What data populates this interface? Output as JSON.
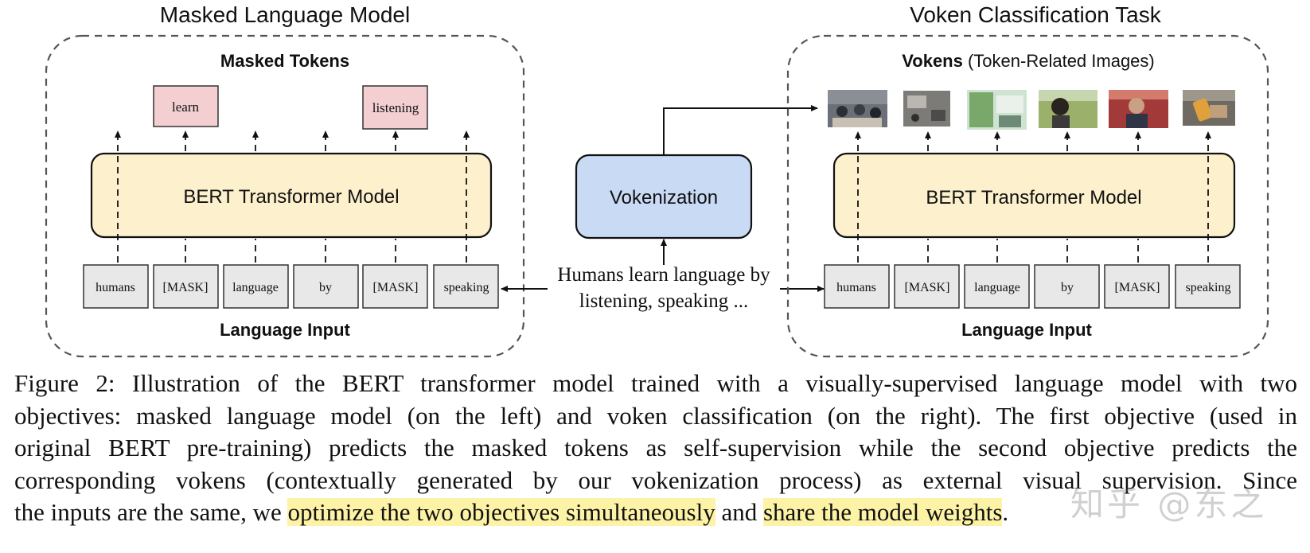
{
  "left_panel": {
    "title": "Masked Language Model",
    "top_label": "Masked Tokens",
    "model_label": "BERT Transformer Model",
    "bottom_label": "Language Input",
    "output_tokens": [
      "learn",
      "listening"
    ],
    "input_tokens": [
      "humans",
      "[MASK]",
      "language",
      "by",
      "[MASK]",
      "speaking"
    ]
  },
  "center": {
    "vokenization_label": "Vokenization",
    "sentence_line1": "Humans learn language by",
    "sentence_line2": "listening, speaking ..."
  },
  "right_panel": {
    "title": "Voken Classification Task",
    "top_label_bold": "Vokens",
    "top_label_rest": " (Token-Related Images)",
    "model_label": "BERT Transformer Model",
    "bottom_label": "Language Input",
    "input_tokens": [
      "humans",
      "[MASK]",
      "language",
      "by",
      "[MASK]",
      "speaking"
    ],
    "voken_images": [
      "meeting-photo",
      "desk-photo",
      "office-photo",
      "phone-call-photo",
      "person-speaking-photo",
      "phone-hand-photo"
    ]
  },
  "caption": {
    "line1": "Figure 2: Illustration of the BERT transformer model trained with a visually-supervised language model with two",
    "line2": "objectives: masked language model (on the left) and voken classification (on the right). The first objective (used in",
    "line3": "original BERT pre-training) predicts the masked tokens as self-supervision while the second objective predicts the",
    "line4": "corresponding vokens (contextually generated by our vokenization process) as external visual supervision. Since",
    "line5_a": "the inputs are the same, we ",
    "line5_hl1": "optimize the two objectives simultaneously",
    "line5_b": " and ",
    "line5_hl2": "share the model weights",
    "line5_c": "."
  },
  "watermark": "知乎 @东之",
  "colors": {
    "bert_fill": "#fdf0cc",
    "vokenization_fill": "#c9daf5",
    "masked_token_fill": "#f3cfd1",
    "input_token_fill": "#e8e8e8",
    "highlight": "#fdf3a6"
  }
}
